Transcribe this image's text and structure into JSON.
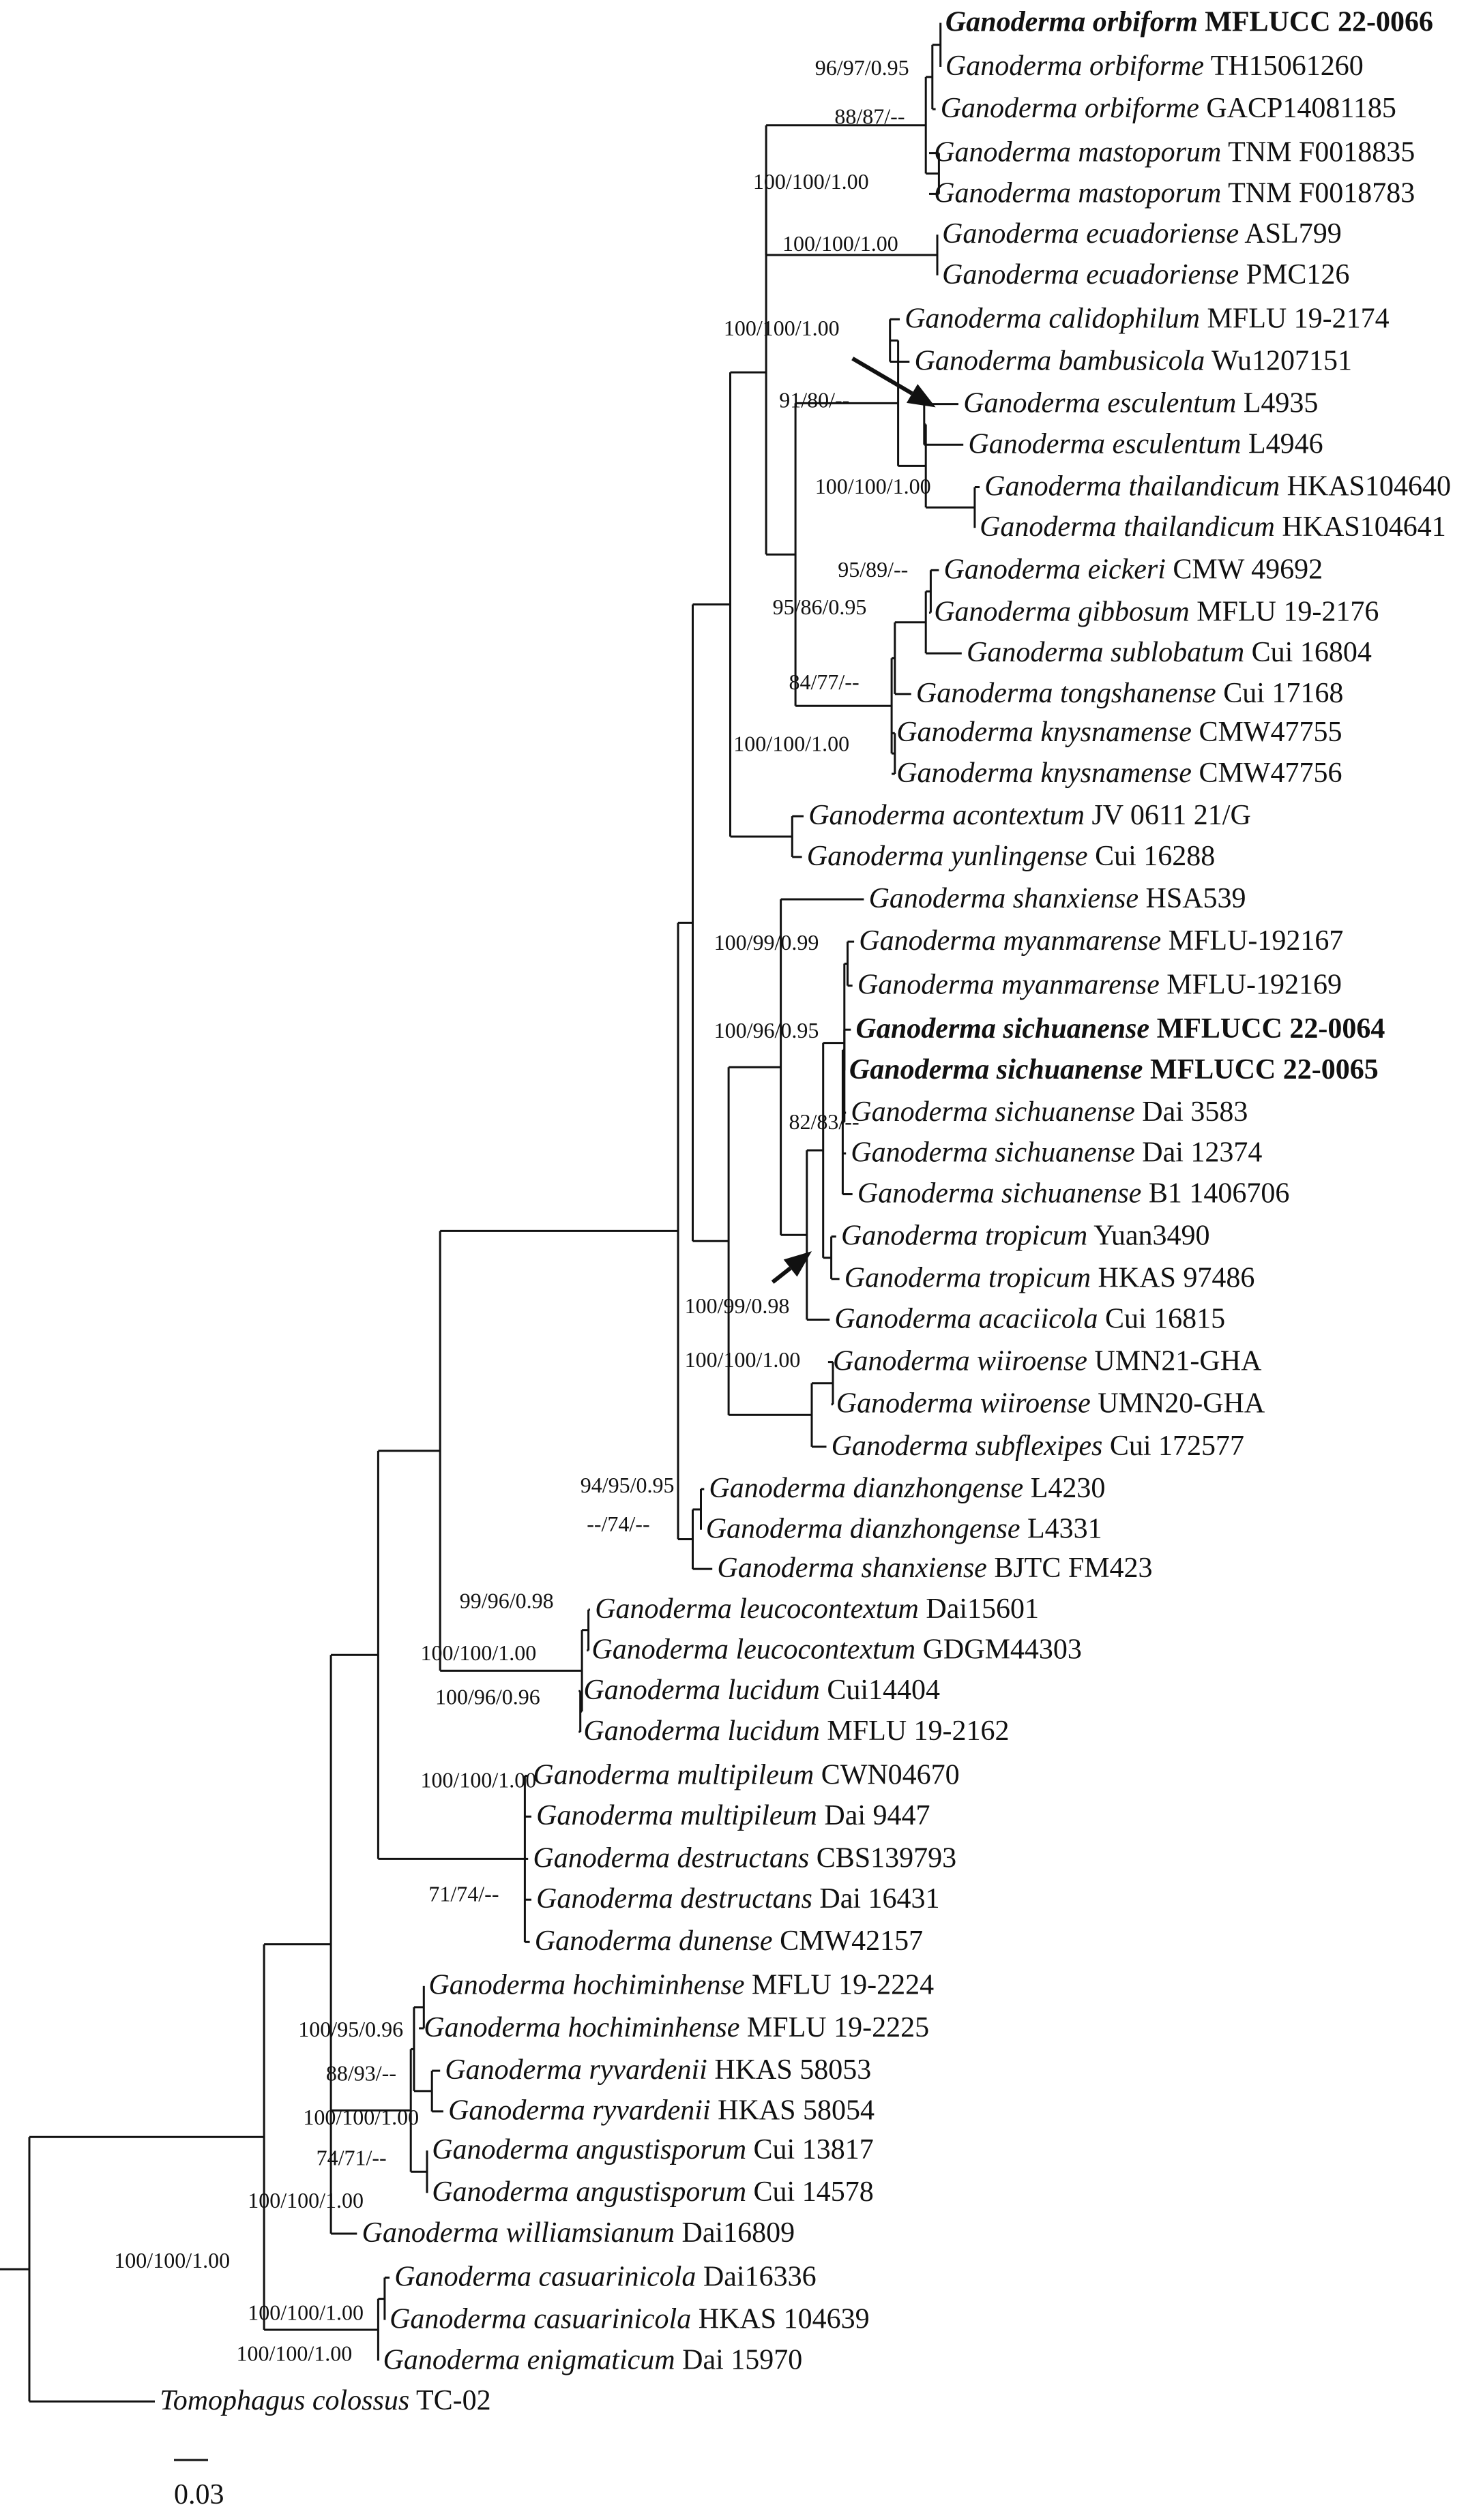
{
  "taxa": [
    {
      "genus": "Ganoderma",
      "species": "orbiform",
      "voucher": "MFLUCC 22-0066",
      "bold": true
    },
    {
      "genus": "Ganoderma",
      "species": "orbiforme",
      "voucher": "TH15061260"
    },
    {
      "genus": "Ganoderma",
      "species": "orbiforme",
      "voucher": "GACP14081185"
    },
    {
      "genus": "Ganoderma",
      "species": "mastoporum",
      "voucher": "TNM F0018835"
    },
    {
      "genus": "Ganoderma",
      "species": "mastoporum",
      "voucher": "TNM F0018783"
    },
    {
      "genus": "Ganoderma",
      "species": "ecuadoriense",
      "voucher": "ASL799"
    },
    {
      "genus": "Ganoderma",
      "species": "ecuadoriense",
      "voucher": "PMC126"
    },
    {
      "genus": "Ganoderma",
      "species": "calidophilum",
      "voucher": "MFLU 19-2174"
    },
    {
      "genus": "Ganoderma",
      "species": "bambusicola",
      "voucher": "Wu1207151"
    },
    {
      "genus": "Ganoderma",
      "species": "esculentum",
      "voucher": "L4935"
    },
    {
      "genus": "Ganoderma",
      "species": "esculentum",
      "voucher": "L4946"
    },
    {
      "genus": "Ganoderma",
      "species": "thailandicum",
      "voucher": "HKAS104640"
    },
    {
      "genus": "Ganoderma",
      "species": "thailandicum",
      "voucher": "HKAS104641"
    },
    {
      "genus": "Ganoderma",
      "species": "eickeri",
      "voucher": "CMW 49692"
    },
    {
      "genus": "Ganoderma",
      "species": "gibbosum",
      "voucher": "MFLU 19-2176"
    },
    {
      "genus": "Ganoderma",
      "species": "sublobatum",
      "voucher": "Cui 16804"
    },
    {
      "genus": "Ganoderma",
      "species": "tongshanense",
      "voucher": "Cui 17168"
    },
    {
      "genus": "Ganoderma",
      "species": "knysnamense",
      "voucher": "CMW47755"
    },
    {
      "genus": "Ganoderma",
      "species": "knysnamense",
      "voucher": "CMW47756"
    },
    {
      "genus": "Ganoderma",
      "species": "acontextum",
      "voucher": "JV 0611 21/G"
    },
    {
      "genus": "Ganoderma",
      "species": "yunlingense",
      "voucher": "Cui 16288"
    },
    {
      "genus": "Ganoderma",
      "species": "shanxiense",
      "voucher": "HSA539"
    },
    {
      "genus": "Ganoderma",
      "species": "myanmarense",
      "voucher": "MFLU-192167"
    },
    {
      "genus": "Ganoderma",
      "species": "myanmarense",
      "voucher": "MFLU-192169"
    },
    {
      "genus": "Ganoderma",
      "species": "sichuanense",
      "voucher": "MFLUCC 22-0064",
      "bold": true
    },
    {
      "genus": "Ganoderma",
      "species": "sichuanense",
      "voucher": "MFLUCC 22-0065",
      "bold": true
    },
    {
      "genus": "Ganoderma",
      "species": "sichuanense",
      "voucher": "Dai 3583"
    },
    {
      "genus": "Ganoderma",
      "species": "sichuanense",
      "voucher": "Dai 12374"
    },
    {
      "genus": "Ganoderma",
      "species": "sichuanense",
      "voucher": "B1 1406706"
    },
    {
      "genus": "Ganoderma",
      "species": "tropicum",
      "voucher": "Yuan3490"
    },
    {
      "genus": "Ganoderma",
      "species": "tropicum",
      "voucher": "HKAS 97486"
    },
    {
      "genus": "Ganoderma",
      "species": "acaciicola",
      "voucher": "Cui 16815"
    },
    {
      "genus": "Ganoderma",
      "species": "wiiroense",
      "voucher": "UMN21-GHA"
    },
    {
      "genus": "Ganoderma",
      "species": "wiiroense",
      "voucher": "UMN20-GHA"
    },
    {
      "genus": "Ganoderma",
      "species": "subflexipes",
      "voucher": "Cui 172577"
    },
    {
      "genus": "Ganoderma",
      "species": "dianzhongense",
      "voucher": "L4230"
    },
    {
      "genus": "Ganoderma",
      "species": "dianzhongense",
      "voucher": "L4331"
    },
    {
      "genus": "Ganoderma",
      "species": "shanxiense",
      "voucher": "BJTC FM423"
    },
    {
      "genus": "Ganoderma",
      "species": "leucocontextum",
      "voucher": "Dai15601"
    },
    {
      "genus": "Ganoderma",
      "species": "leucocontextum",
      "voucher": "GDGM44303"
    },
    {
      "genus": "Ganoderma",
      "species": "lucidum",
      "voucher": "Cui14404"
    },
    {
      "genus": "Ganoderma",
      "species": "lucidum",
      "voucher": "MFLU 19-2162"
    },
    {
      "genus": "Ganoderma",
      "species": "multipileum",
      "voucher": "CWN04670"
    },
    {
      "genus": "Ganoderma",
      "species": "multipileum",
      "voucher": "Dai 9447"
    },
    {
      "genus": "Ganoderma",
      "species": "destructans",
      "voucher": "CBS139793"
    },
    {
      "genus": "Ganoderma",
      "species": "destructans",
      "voucher": "Dai 16431"
    },
    {
      "genus": "Ganoderma",
      "species": "dunense",
      "voucher": "CMW42157"
    },
    {
      "genus": "Ganoderma",
      "species": "hochiminhense",
      "voucher": "MFLU 19-2224"
    },
    {
      "genus": "Ganoderma",
      "species": "hochiminhense",
      "voucher": "MFLU 19-2225"
    },
    {
      "genus": "Ganoderma",
      "species": "ryvardenii",
      "voucher": "HKAS 58053"
    },
    {
      "genus": "Ganoderma",
      "species": "ryvardenii",
      "voucher": "HKAS 58054"
    },
    {
      "genus": "Ganoderma",
      "species": "angustisporum",
      "voucher": "Cui 13817"
    },
    {
      "genus": "Ganoderma",
      "species": "angustisporum",
      "voucher": "Cui 14578"
    },
    {
      "genus": "Ganoderma",
      "species": "williamsianum",
      "voucher": "Dai16809"
    },
    {
      "genus": "Ganoderma",
      "species": "casuarinicola",
      "voucher": "Dai16336"
    },
    {
      "genus": "Ganoderma",
      "species": "casuarinicola",
      "voucher": "HKAS 104639"
    },
    {
      "genus": "Ganoderma",
      "species": "enigmaticum",
      "voucher": "Dai 15970"
    },
    {
      "genus": "Tomophagus",
      "species": "colossus",
      "voucher": "TC-02"
    }
  ],
  "support_values": [
    "96/97/0.95",
    "88/87/--",
    "100/100/1.00",
    "100/100/1.00",
    "100/100/1.00",
    "91/80/--",
    "100/100/1.00",
    "95/89/--",
    "95/86/0.95",
    "84/77/--",
    "100/100/1.00",
    "100/99/0.99",
    "100/96/0.95",
    "82/83/--",
    "100/99/0.98",
    "100/100/1.00",
    "94/95/0.95",
    "--/74/--",
    "99/96/0.98",
    "100/100/1.00",
    "100/96/0.96",
    "100/100/1.00",
    "71/74/--",
    "100/95/0.96",
    "88/93/--",
    "100/100/1.00",
    "74/71/--",
    "100/100/1.00",
    "100/100/1.00",
    "100/100/1.00",
    "100/100/1.00"
  ],
  "scale_bar": {
    "label": "0.03"
  }
}
